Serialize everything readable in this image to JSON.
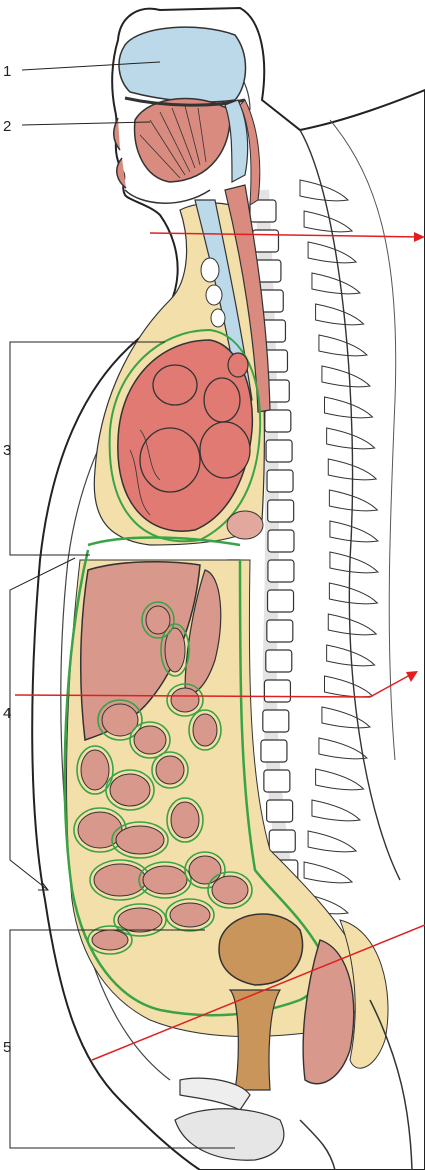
{
  "labels": [
    {
      "id": "label-1",
      "text": "1"
    },
    {
      "id": "label-2",
      "text": "2"
    },
    {
      "id": "label-3",
      "text": "3"
    },
    {
      "id": "label-4",
      "text": "4"
    },
    {
      "id": "label-5",
      "text": "5"
    }
  ],
  "colors": {
    "airway_blue": "#bcd9ea",
    "muscle_red": "#d98b7f",
    "heart_red": "#e07a72",
    "organ_salmon": "#d9988c",
    "fat_yellow": "#f2dfaa",
    "peritoneum_green": "#3aa345",
    "bowel_tan": "#c9955a",
    "bone_grey": "#e6e6e6",
    "arrow_red": "#e02020",
    "outline": "#222222"
  }
}
